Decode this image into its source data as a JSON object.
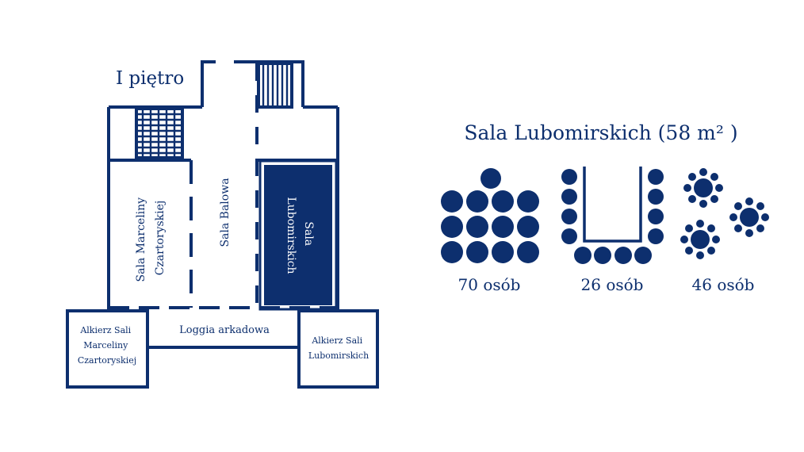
{
  "colors": {
    "primary": "#0d2f6e",
    "background": "#ffffff",
    "highlight_text": "#ffffff"
  },
  "floor_label": "I piętro",
  "rooms": {
    "marceliny": "Sala Marceliny Czartoryskiej",
    "balowa": "Sala Balowa",
    "lubomirskich": "Sala Lubomirskich",
    "loggia": "Loggia arkadowa",
    "alkierz_marceliny": [
      "Alkierz Sali",
      "Marceliny",
      "Czartoryskiej"
    ],
    "alkierz_lubomirskich": [
      "Alkierz Sali",
      "Lubomirskich"
    ]
  },
  "hall_title": "Sala Lubomirskich (58 m² )",
  "layouts": [
    {
      "icon": "theater-seating-icon",
      "capacity": "70 osób"
    },
    {
      "icon": "u-shape-seating-icon",
      "capacity": "26 osób"
    },
    {
      "icon": "banquet-seating-icon",
      "capacity": "46 osób"
    }
  ]
}
